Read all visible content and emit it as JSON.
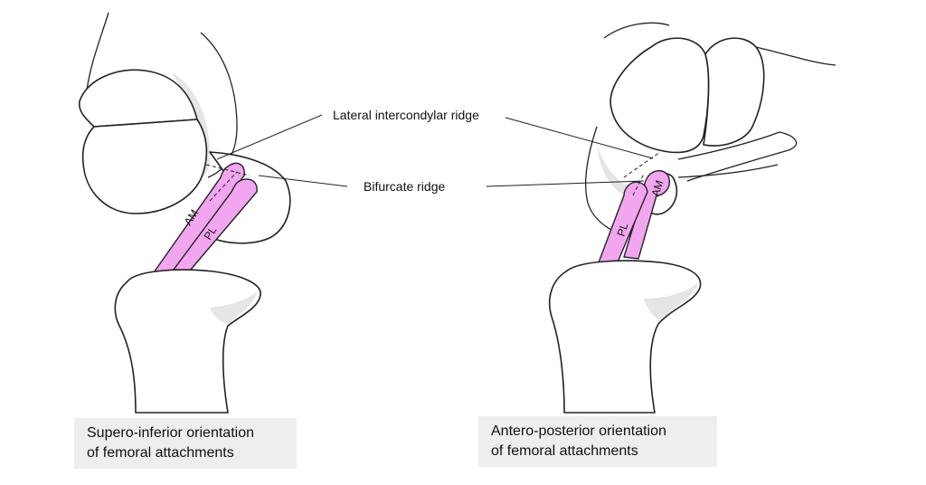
{
  "labels": {
    "lateral_intercondylar_ridge": "Lateral intercondylar ridge",
    "bifurcate_ridge": "Bifurcate ridge"
  },
  "bundles": {
    "am": "AM",
    "pl": "PL"
  },
  "captions": {
    "left": {
      "line1": "Supero-inferior orientation",
      "line2": "of femoral attachments"
    },
    "right": {
      "line1": "Antero-posterior orientation",
      "line2": "of femoral attachments"
    }
  },
  "colors": {
    "ligament": "#f2a6f0",
    "caption_background": "#eeeeee",
    "line": "#222222"
  }
}
